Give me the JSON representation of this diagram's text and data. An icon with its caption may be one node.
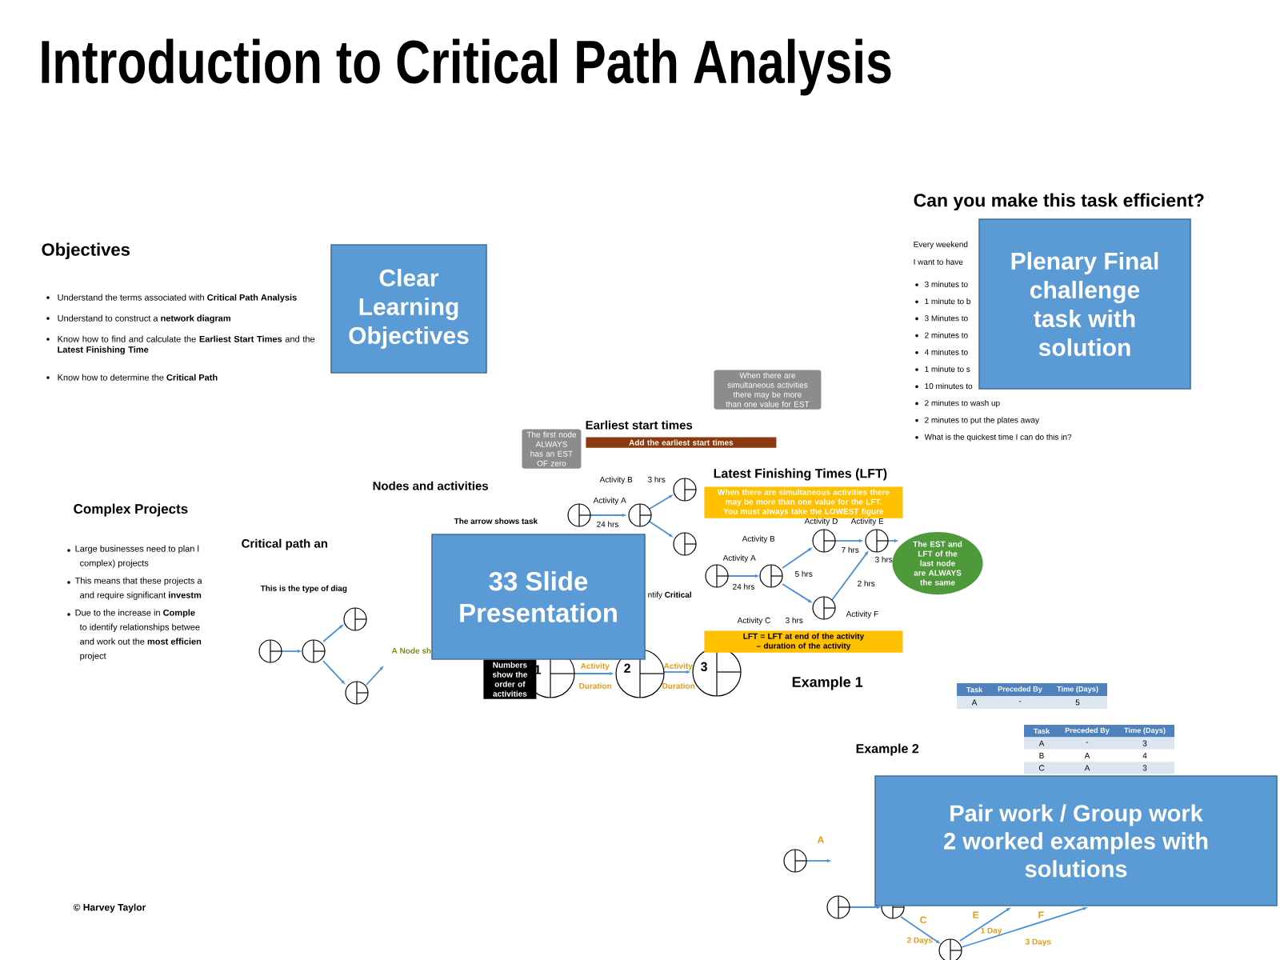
{
  "diagram": {
    "title": "Introduction to Critical Path Analysis",
    "nodes": [
      {
        "text": [
          "Clear Learning Objectives"
        ]
      },
      {
        "text": [
          "Plenary Final challenge task with solution"
        ]
      },
      {
        "text": [
          "33 Slide Presentation"
        ]
      },
      {
        "text": [
          "Pair work / Group work 2 worked examples with solutions"
        ]
      }
    ],
    "labels": [
      "Objectives",
      "Understand the terms associated with **Critical Path Analysis**",
      "Understand to construct a **network diagram**",
      "Know how to find and calculate the **Earliest Start Times** and the **Latest Finishing Time**",
      "Know how to determine the **Critical Path**",
      "Can you make this task efficient?",
      "Every weekend",
      "I want to have",
      "3 minutes to",
      "1 minute to b",
      "3 Minutes to",
      "2 minutes to",
      "4 minutes to",
      "1 minute to s",
      "10 minutes to",
      "2 minutes to wash up",
      "2 minutes to put the plates away",
      "What is the quickest time I can do this in?",
      "Earliest start times",
      "Add the earliest start times",
      "When there are simultaneous activities there may be more than one value for EST",
      "The first node ALWAYS has an EST OF zero",
      "Activity A",
      "24 hrs",
      "Activity B",
      "3 hrs",
      "Latest Finishing Times (LFT)",
      "When there are simultaneous activities there may be more than one value for the LFT. You must always take the LOWEST figure",
      "Activity A",
      "24 hrs",
      "Activity B",
      "5 hrs",
      "Activity C",
      "3 hrs",
      "Activity D",
      "7 hrs",
      "Activity E",
      "3 hrs",
      "Activity F",
      "2 hrs",
      "The EST and LFT of the last node are ALWAYS the same",
      "LFT = LFT at end of the activity – duration of the activity",
      "Nodes and activities",
      "The arrow shows **task**",
      "ntify **Critical**",
      "Numbers show the order of activities",
      "1",
      "Activity",
      "Duration",
      "2",
      "Activity",
      "Duration",
      "3",
      "Complex Projects",
      "Large businesses need to plan l",
      "complex) projects",
      "This means that these projects a",
      "and require significant **investm**",
      "Due to the increase in **Comple**",
      "to identify relationships betwee",
      "and work out the **most efficien**",
      "project",
      "Critical path an",
      "This is the type of diag",
      "A Node sh",
      "Example 1",
      "Task",
      "Preceded By",
      "Time (Days)",
      "A",
      "-",
      "5",
      "Example 2",
      "Task",
      "Preceded By",
      "Time (Days)",
      "A",
      "-",
      "3",
      "B",
      "A",
      "4",
      "C",
      "A",
      "3",
      "A",
      "C",
      "2 Days",
      "E",
      "1 Day",
      "F",
      "3 Days",
      "© Harvey Taylor"
    ]
  }
}
